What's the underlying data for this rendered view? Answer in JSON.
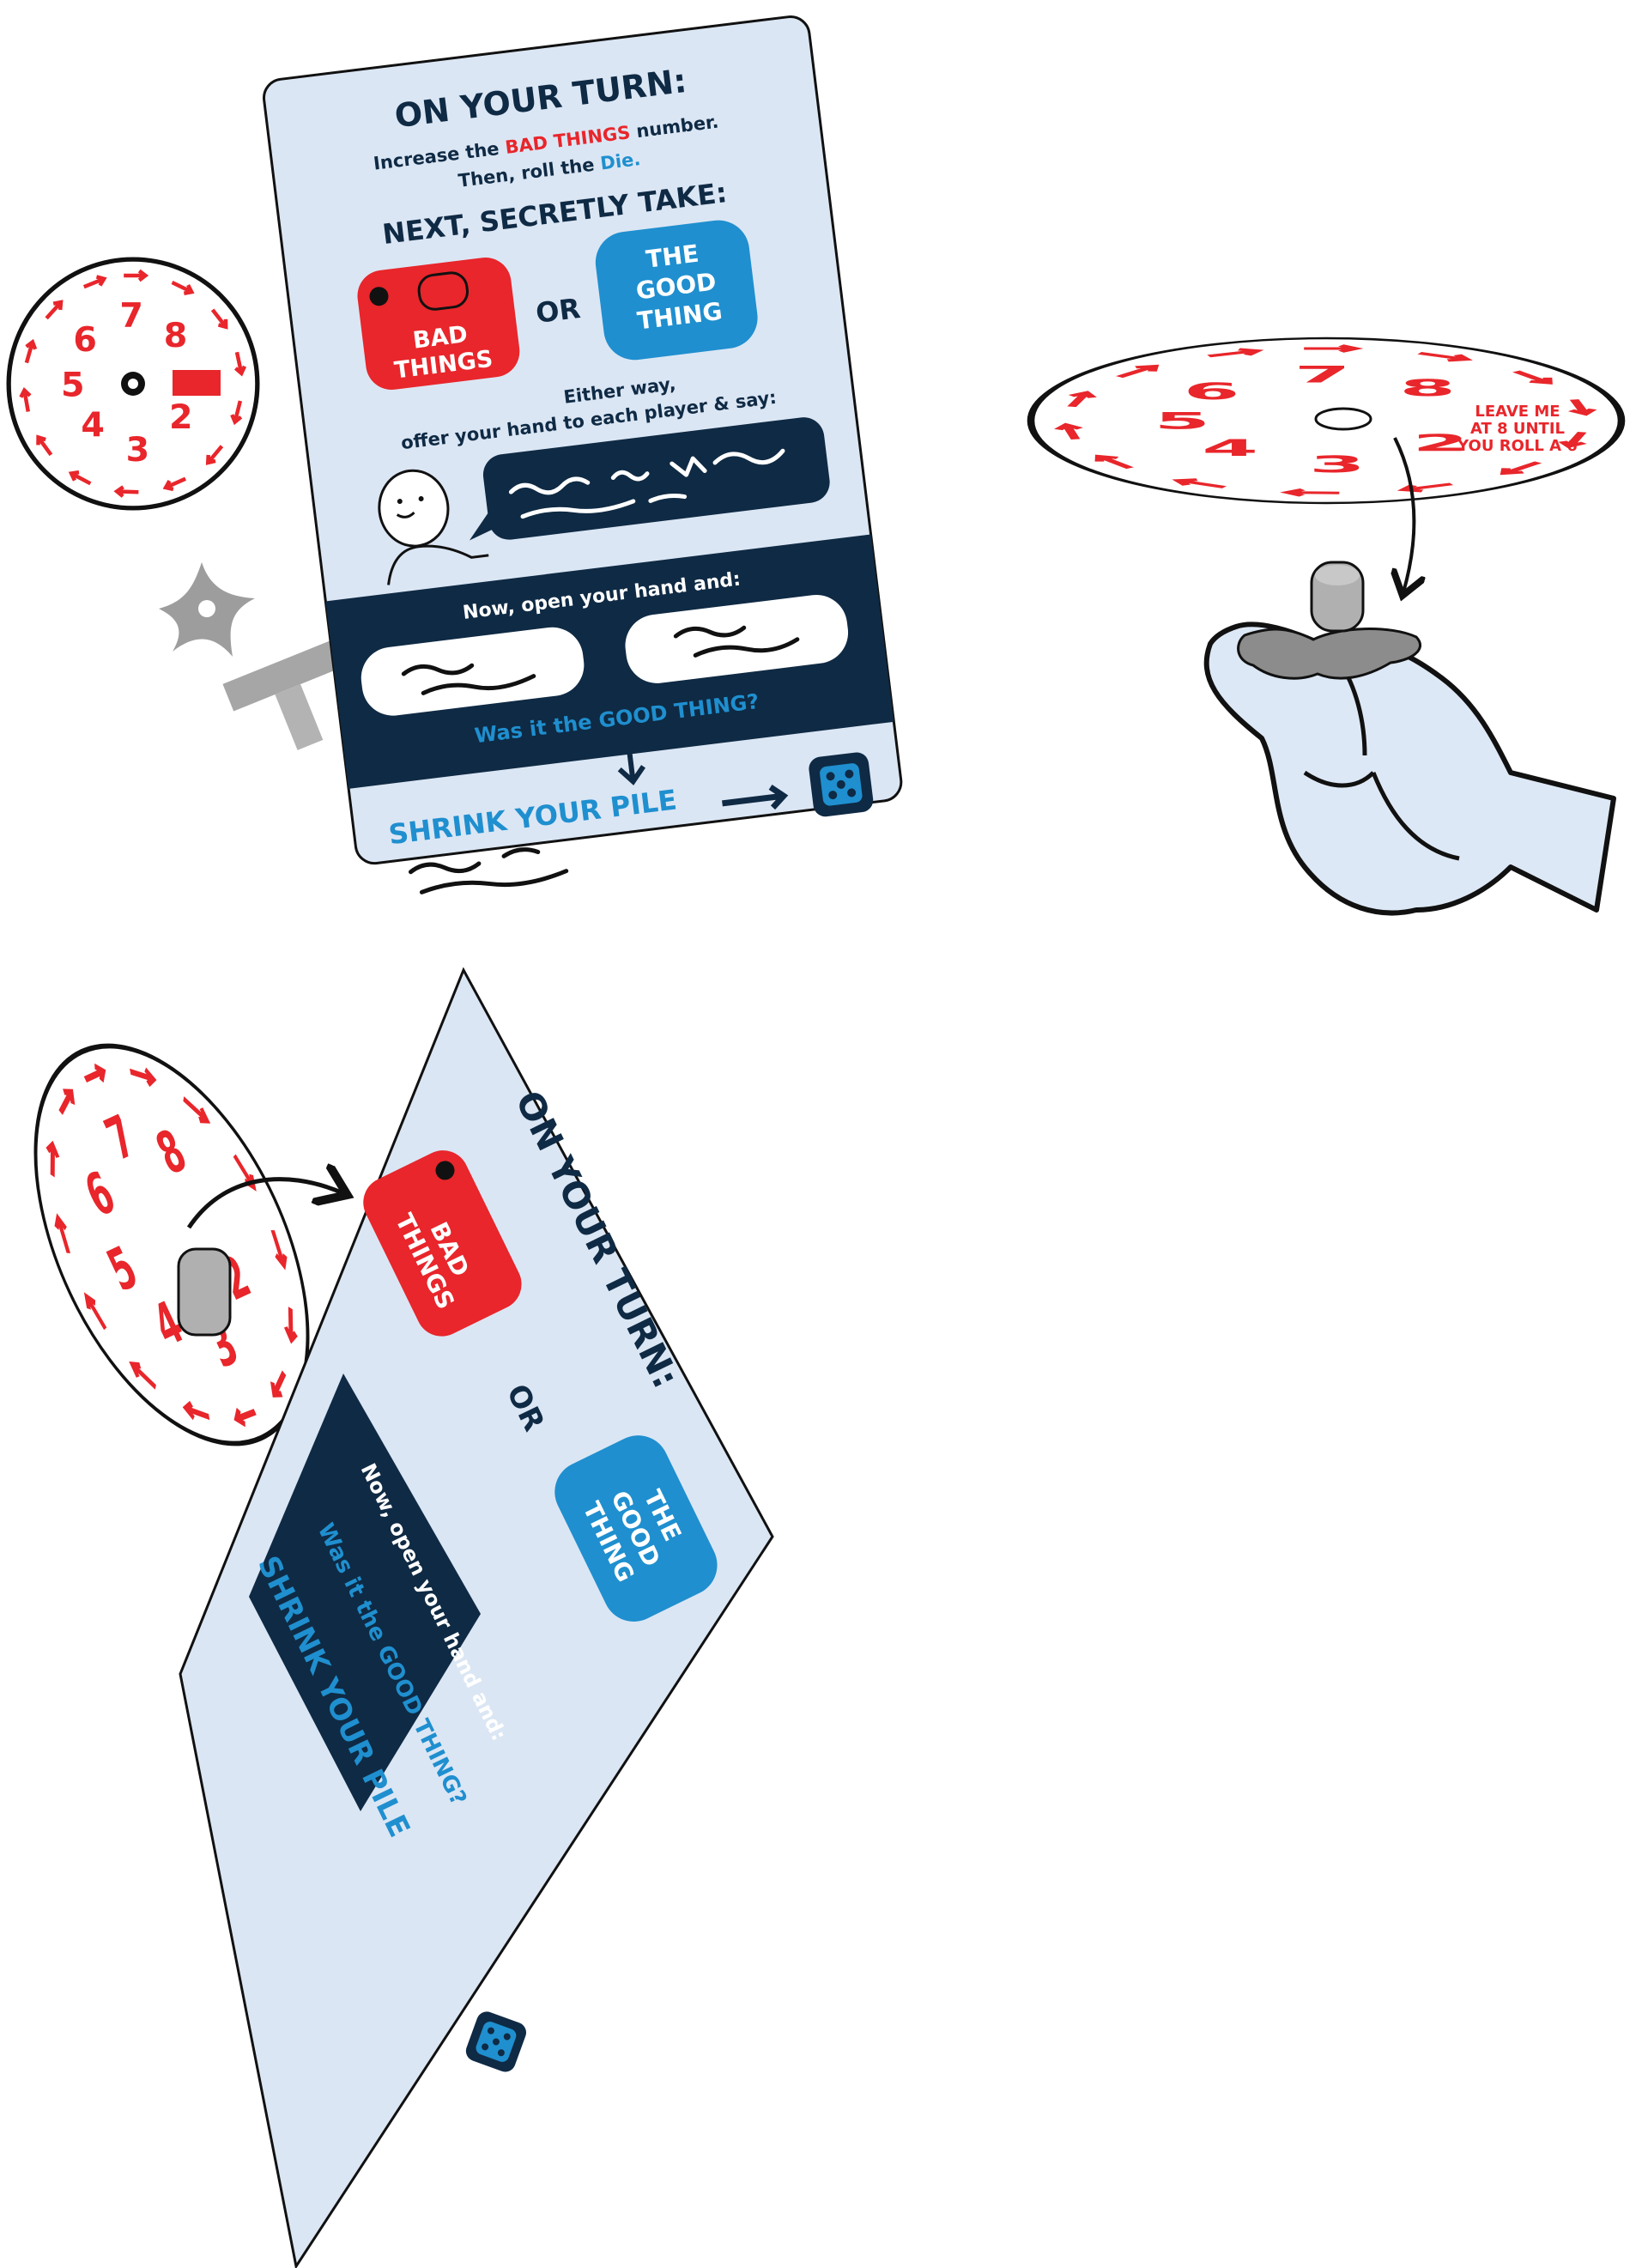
{
  "card": {
    "heading": "ON YOUR TURN:",
    "line1_pre": "Increase the ",
    "line1_hl": "BAD THINGS",
    "line1_post": " number.",
    "line2_pre": "Then, roll the ",
    "line2_hl": "Die.",
    "next": "NEXT, SECRETLY TAKE:",
    "bad1": "BAD",
    "bad2": "THINGS",
    "or": "OR",
    "good1": "THE",
    "good2": "GOOD",
    "good3": "THING",
    "either1": "Either way,",
    "either2": "offer your hand to each player & say:",
    "open": "Now, open your hand and:",
    "was_pre": "Was it the ",
    "was_hl": "GOOD THING?",
    "shrink": "SHRINK YOUR PILE"
  },
  "dial": {
    "numbers": [
      "8",
      "2",
      "3",
      "4",
      "5",
      "6",
      "7"
    ],
    "note1": "LEAVE ME",
    "note2": "AT 8 UNTIL",
    "note3": "YOU ROLL A 6"
  },
  "colors": {
    "navy": "#0f2a44",
    "red": "#e8262b",
    "blue": "#1f8fcf",
    "card_bg": "#dbe6f4",
    "peg": "#9d9d9d",
    "skin": "#dde8f6"
  }
}
